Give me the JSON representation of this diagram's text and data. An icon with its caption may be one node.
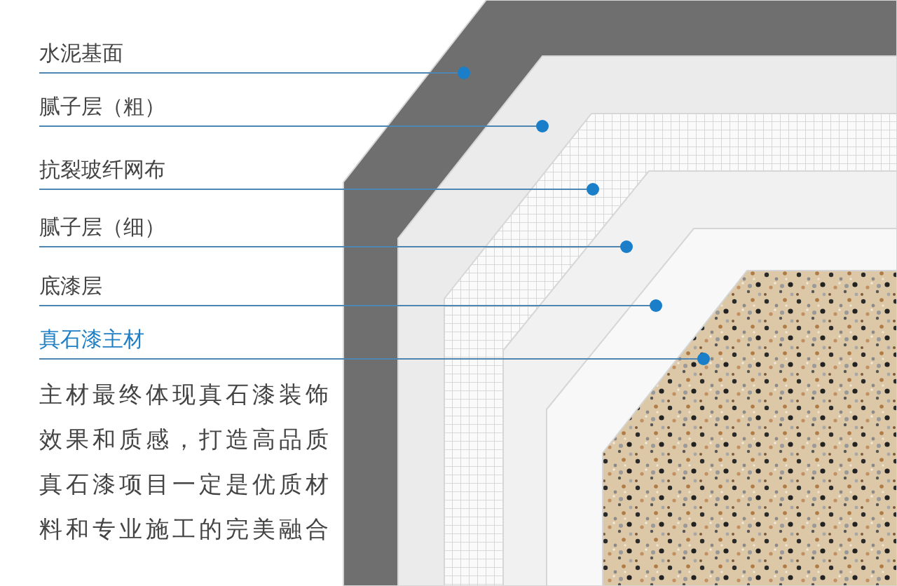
{
  "diagram": {
    "nodes": [
      {
        "text": [
          "水泥基面"
        ]
      },
      {
        "text": [
          "腻子层（粗）"
        ]
      },
      {
        "text": [
          "抗裂玻纤网布"
        ]
      },
      {
        "text": [
          "腻子层（细）"
        ]
      },
      {
        "text": [
          "底漆层"
        ]
      },
      {
        "text": [
          "真石漆主材"
        ]
      },
      {
        "text": [],
        "shape": "box"
      },
      {
        "text": [],
        "shape": "box",
        "in": 6
      },
      {
        "text": [],
        "shape": "box",
        "in": 7
      },
      {
        "text": [],
        "shape": "box",
        "in": 8
      },
      {
        "text": [],
        "shape": "box",
        "in": 9
      },
      {
        "text": [],
        "shape": "box",
        "in": 10
      }
    ],
    "edges": [
      {
        "from": 0,
        "to": 6,
        "arrow": "other"
      },
      {
        "from": 1,
        "to": 7,
        "arrow": "other"
      },
      {
        "from": 2,
        "to": 8,
        "arrow": "other"
      },
      {
        "from": 3,
        "to": 9,
        "arrow": "other"
      },
      {
        "from": 4,
        "to": 10,
        "arrow": "other"
      },
      {
        "from": 5,
        "to": 11,
        "arrow": "other"
      }
    ],
    "labels": [
      "主材最终体现真石漆装饰效果和质感，打造高品质真石漆项目一定是优质材料和专业施工的完美融合"
    ]
  }
}
